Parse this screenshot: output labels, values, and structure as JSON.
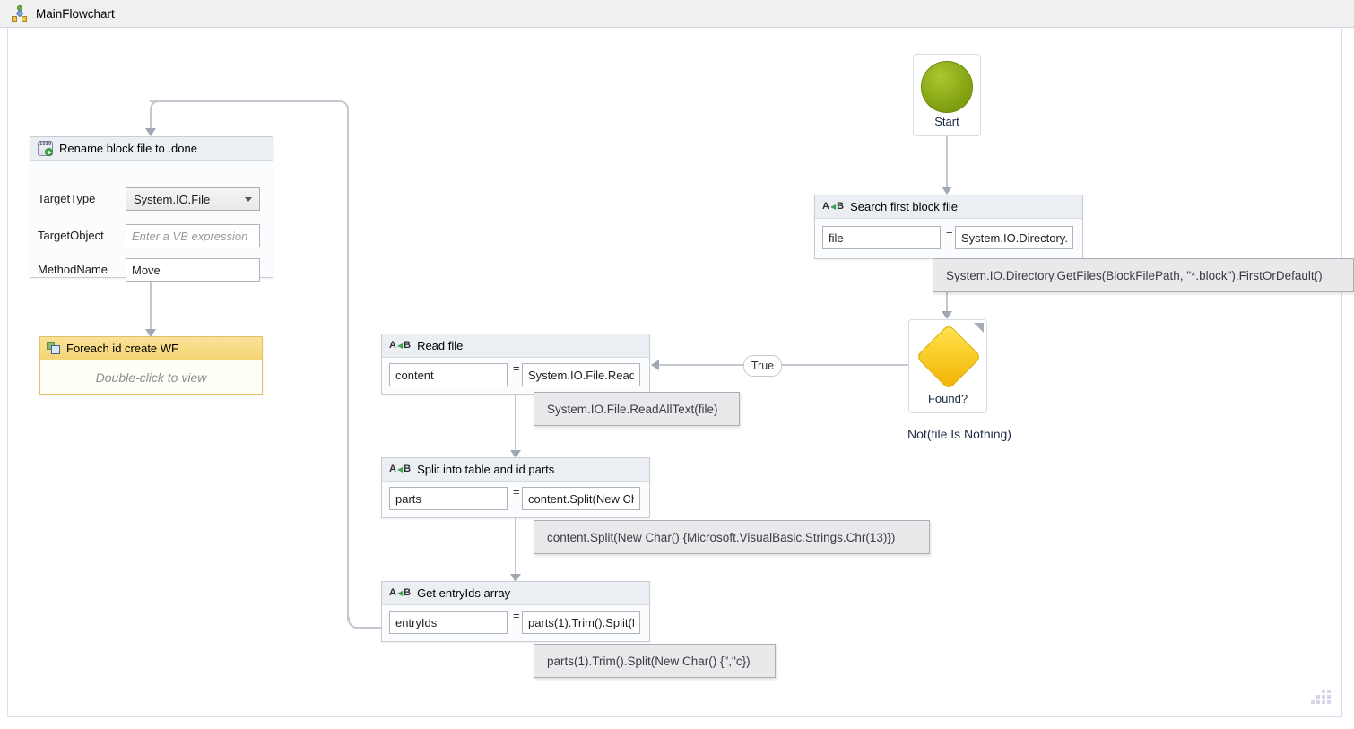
{
  "titlebar": {
    "title": "MainFlowchart"
  },
  "canvas": {
    "start": {
      "label": "Start"
    },
    "search_box": {
      "title": "Search first block file",
      "var": "file",
      "eq": "=",
      "expr": "System.IO.Directory.GetFiles(BlockFilePath, \"*.block\").FirstOrDefault()"
    },
    "search_tooltip": "System.IO.Directory.GetFiles(BlockFilePath, \"*.block\").FirstOrDefault()",
    "decision": {
      "label": "Found?",
      "condition": "Not(file Is Nothing)"
    },
    "true_label": "True",
    "read_box": {
      "title": "Read file",
      "var": "content",
      "eq": "=",
      "expr": "System.IO.File.ReadAllText(file)"
    },
    "read_tooltip": "System.IO.File.ReadAllText(file)",
    "split_box": {
      "title": "Split into table and id parts",
      "var": "parts",
      "eq": "=",
      "expr": "content.Split(New Char() {Microsoft.VisualBasic.Strings.Chr(13)})"
    },
    "split_tooltip": "content.Split(New Char() {Microsoft.VisualBasic.Strings.Chr(13)})",
    "entry_box": {
      "title": "Get entryIds array",
      "var": "entryIds",
      "eq": "=",
      "expr": "parts(1).Trim().Split(New Char() {\",\"c})"
    },
    "entry_tooltip": "parts(1).Trim().Split(New Char() {\",\"c})",
    "rename_box": {
      "title": "Rename block file to .done",
      "rows": [
        {
          "label": "TargetType",
          "value": "System.IO.File"
        },
        {
          "label": "TargetObject",
          "placeholder": "Enter a VB expression"
        },
        {
          "label": "MethodName",
          "value": "Move"
        }
      ]
    },
    "foreach_box": {
      "title": "Foreach id create WF",
      "hint": "Double-click to view"
    }
  }
}
